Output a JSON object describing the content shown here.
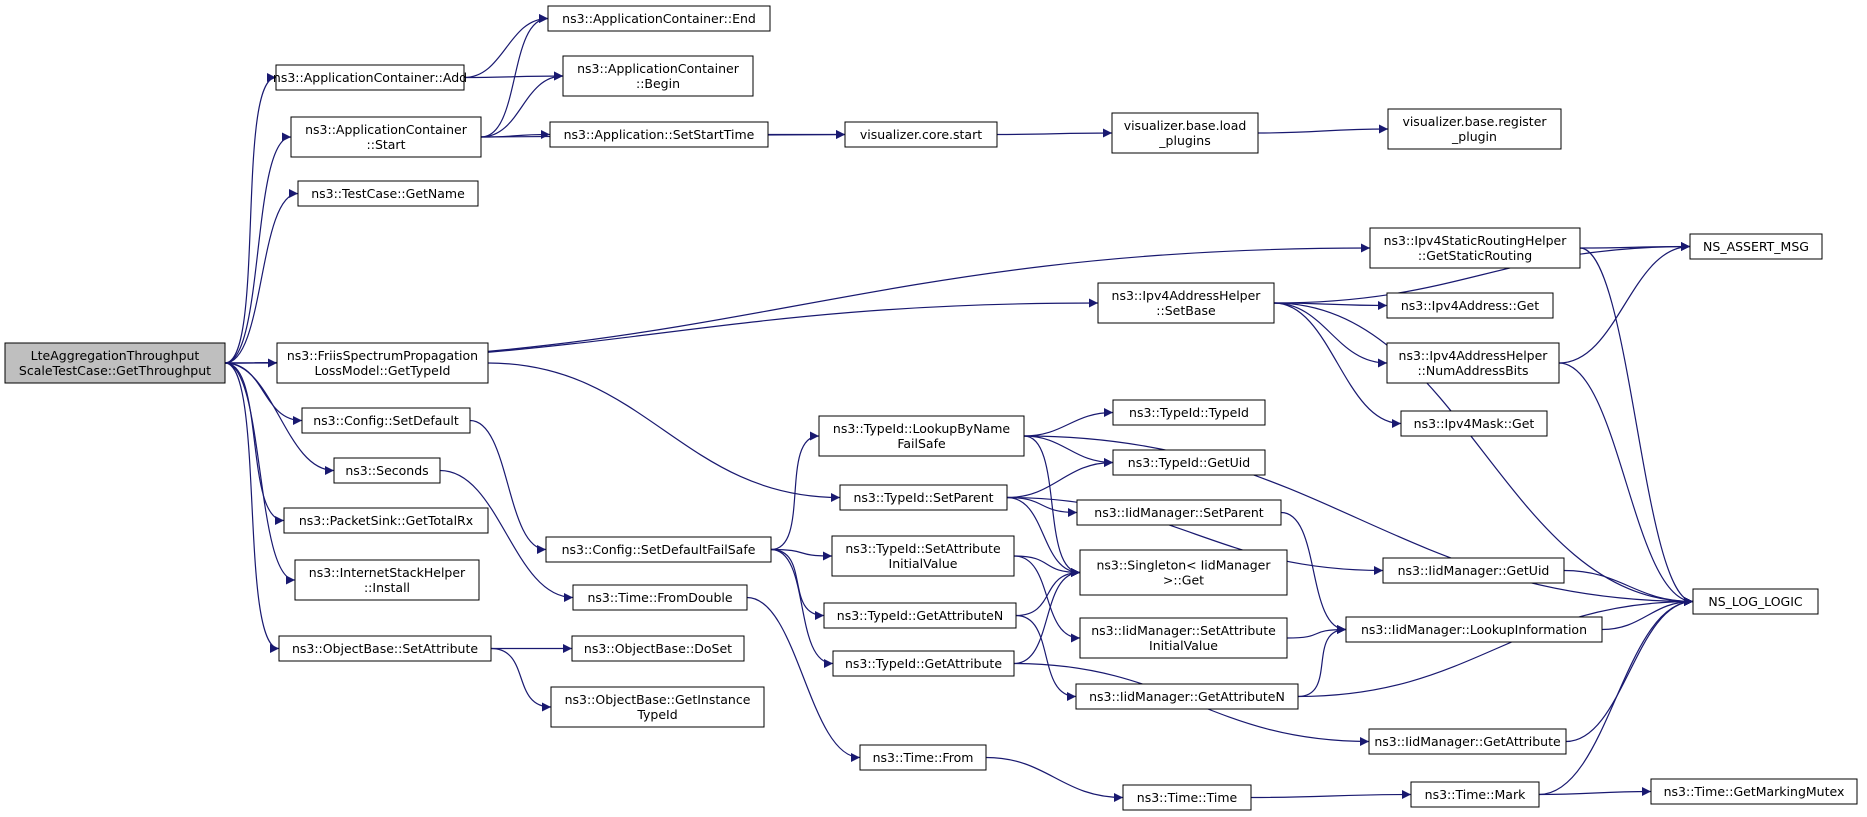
{
  "graph": {
    "nodes": [
      {
        "id": "root",
        "lines": [
          "LteAggregationThroughput",
          "ScaleTestCase::GetThroughput"
        ],
        "root": true
      },
      {
        "id": "appAdd",
        "lines": [
          "ns3::ApplicationContainer::Add"
        ]
      },
      {
        "id": "appEnd",
        "lines": [
          "ns3::ApplicationContainer::End"
        ]
      },
      {
        "id": "appBegin",
        "lines": [
          "ns3::ApplicationContainer",
          "::Begin"
        ]
      },
      {
        "id": "appStart",
        "lines": [
          "ns3::ApplicationContainer",
          "::Start"
        ]
      },
      {
        "id": "setStartTime",
        "lines": [
          "ns3::Application::SetStartTime"
        ]
      },
      {
        "id": "vizStart",
        "lines": [
          "visualizer.core.start"
        ]
      },
      {
        "id": "vizLoad",
        "lines": [
          "visualizer.base.load",
          "_plugins"
        ]
      },
      {
        "id": "vizReg",
        "lines": [
          "visualizer.base.register",
          "_plugin"
        ]
      },
      {
        "id": "getName",
        "lines": [
          "ns3::TestCase::GetName"
        ]
      },
      {
        "id": "getStaticRouting",
        "lines": [
          "ns3::Ipv4StaticRoutingHelper",
          "::GetStaticRouting"
        ]
      },
      {
        "id": "nsAssert",
        "lines": [
          "NS_ASSERT_MSG"
        ]
      },
      {
        "id": "setBase",
        "lines": [
          "ns3::Ipv4AddressHelper",
          "::SetBase"
        ]
      },
      {
        "id": "ipv4AddrGet",
        "lines": [
          "ns3::Ipv4Address::Get"
        ]
      },
      {
        "id": "numAddrBits",
        "lines": [
          "ns3::Ipv4AddressHelper",
          "::NumAddressBits"
        ]
      },
      {
        "id": "ipv4MaskGet",
        "lines": [
          "ns3::Ipv4Mask::Get"
        ]
      },
      {
        "id": "friis",
        "lines": [
          "ns3::FriisSpectrumPropagation",
          "LossModel::GetTypeId"
        ]
      },
      {
        "id": "cfgSetDefault",
        "lines": [
          "ns3::Config::SetDefault"
        ]
      },
      {
        "id": "seconds",
        "lines": [
          "ns3::Seconds"
        ]
      },
      {
        "id": "getTotalRx",
        "lines": [
          "ns3::PacketSink::GetTotalRx"
        ]
      },
      {
        "id": "install",
        "lines": [
          "ns3::InternetStackHelper",
          "::Install"
        ]
      },
      {
        "id": "setAttribute",
        "lines": [
          "ns3::ObjectBase::SetAttribute"
        ]
      },
      {
        "id": "doSet",
        "lines": [
          "ns3::ObjectBase::DoSet"
        ]
      },
      {
        "id": "getInstanceTypeId",
        "lines": [
          "ns3::ObjectBase::GetInstance",
          "TypeId"
        ]
      },
      {
        "id": "lookupByName",
        "lines": [
          "ns3::TypeId::LookupByName",
          "FailSafe"
        ]
      },
      {
        "id": "typeIdTypeId",
        "lines": [
          "ns3::TypeId::TypeId"
        ]
      },
      {
        "id": "typeIdGetUid",
        "lines": [
          "ns3::TypeId::GetUid"
        ]
      },
      {
        "id": "typeIdSetParent",
        "lines": [
          "ns3::TypeId::SetParent"
        ]
      },
      {
        "id": "iidSetParent",
        "lines": [
          "ns3::IidManager::SetParent"
        ]
      },
      {
        "id": "cfgSetDefaultFS",
        "lines": [
          "ns3::Config::SetDefaultFailSafe"
        ]
      },
      {
        "id": "setAttrInit",
        "lines": [
          "ns3::TypeId::SetAttribute",
          "InitialValue"
        ]
      },
      {
        "id": "singletonGet",
        "lines": [
          "ns3::Singleton< IidManager",
          ">::Get"
        ]
      },
      {
        "id": "iidGetUid",
        "lines": [
          "ns3::IidManager::GetUid"
        ]
      },
      {
        "id": "fromDouble",
        "lines": [
          "ns3::Time::FromDouble"
        ]
      },
      {
        "id": "getAttrN",
        "lines": [
          "ns3::TypeId::GetAttributeN"
        ]
      },
      {
        "id": "iidSetAttrInit",
        "lines": [
          "ns3::IidManager::SetAttribute",
          "InitialValue"
        ]
      },
      {
        "id": "lookupInfo",
        "lines": [
          "ns3::IidManager::LookupInformation"
        ]
      },
      {
        "id": "nsLogLogic",
        "lines": [
          "NS_LOG_LOGIC"
        ]
      },
      {
        "id": "getAttr",
        "lines": [
          "ns3::TypeId::GetAttribute"
        ]
      },
      {
        "id": "iidGetAttrN",
        "lines": [
          "ns3::IidManager::GetAttributeN"
        ]
      },
      {
        "id": "iidGetAttr",
        "lines": [
          "ns3::IidManager::GetAttribute"
        ]
      },
      {
        "id": "timeFrom",
        "lines": [
          "ns3::Time::From"
        ]
      },
      {
        "id": "timeTime",
        "lines": [
          "ns3::Time::Time"
        ]
      },
      {
        "id": "timeMark",
        "lines": [
          "ns3::Time::Mark"
        ]
      },
      {
        "id": "getMarkingMutex",
        "lines": [
          "ns3::Time::GetMarkingMutex"
        ]
      }
    ],
    "edges": [
      [
        "root",
        "appAdd"
      ],
      [
        "root",
        "appStart"
      ],
      [
        "root",
        "getName"
      ],
      [
        "root",
        "getStaticRouting"
      ],
      [
        "root",
        "setBase"
      ],
      [
        "root",
        "friis"
      ],
      [
        "root",
        "cfgSetDefault"
      ],
      [
        "root",
        "seconds"
      ],
      [
        "root",
        "getTotalRx"
      ],
      [
        "root",
        "install"
      ],
      [
        "root",
        "setAttribute"
      ],
      [
        "appAdd",
        "appEnd"
      ],
      [
        "appAdd",
        "appBegin"
      ],
      [
        "appStart",
        "appEnd"
      ],
      [
        "appStart",
        "appBegin"
      ],
      [
        "appStart",
        "setStartTime"
      ],
      [
        "appStart",
        "vizStart"
      ],
      [
        "setStartTime",
        "vizStart"
      ],
      [
        "vizStart",
        "vizLoad"
      ],
      [
        "vizLoad",
        "vizReg"
      ],
      [
        "getStaticRouting",
        "nsAssert"
      ],
      [
        "getStaticRouting",
        "nsLogLogic"
      ],
      [
        "setBase",
        "nsAssert"
      ],
      [
        "setBase",
        "ipv4AddrGet"
      ],
      [
        "setBase",
        "numAddrBits"
      ],
      [
        "setBase",
        "ipv4MaskGet"
      ],
      [
        "setBase",
        "nsLogLogic"
      ],
      [
        "numAddrBits",
        "nsAssert"
      ],
      [
        "numAddrBits",
        "nsLogLogic"
      ],
      [
        "friis",
        "typeIdSetParent"
      ],
      [
        "cfgSetDefault",
        "cfgSetDefaultFS"
      ],
      [
        "seconds",
        "fromDouble"
      ],
      [
        "setAttribute",
        "doSet"
      ],
      [
        "setAttribute",
        "getInstanceTypeId"
      ],
      [
        "cfgSetDefaultFS",
        "lookupByName"
      ],
      [
        "cfgSetDefaultFS",
        "setAttrInit"
      ],
      [
        "cfgSetDefaultFS",
        "getAttrN"
      ],
      [
        "cfgSetDefaultFS",
        "getAttr"
      ],
      [
        "lookupByName",
        "typeIdTypeId"
      ],
      [
        "lookupByName",
        "typeIdGetUid"
      ],
      [
        "lookupByName",
        "singletonGet"
      ],
      [
        "lookupByName",
        "nsLogLogic"
      ],
      [
        "typeIdSetParent",
        "typeIdGetUid"
      ],
      [
        "typeIdSetParent",
        "iidSetParent"
      ],
      [
        "typeIdSetParent",
        "singletonGet"
      ],
      [
        "typeIdSetParent",
        "iidGetUid"
      ],
      [
        "iidSetParent",
        "lookupInfo"
      ],
      [
        "setAttrInit",
        "singletonGet"
      ],
      [
        "setAttrInit",
        "iidSetAttrInit"
      ],
      [
        "getAttrN",
        "singletonGet"
      ],
      [
        "getAttrN",
        "iidGetAttrN"
      ],
      [
        "getAttr",
        "singletonGet"
      ],
      [
        "getAttr",
        "iidGetAttr"
      ],
      [
        "iidGetUid",
        "nsLogLogic"
      ],
      [
        "iidSetAttrInit",
        "lookupInfo"
      ],
      [
        "lookupInfo",
        "nsLogLogic"
      ],
      [
        "iidGetAttrN",
        "lookupInfo"
      ],
      [
        "iidGetAttrN",
        "nsLogLogic"
      ],
      [
        "iidGetAttr",
        "nsLogLogic"
      ],
      [
        "fromDouble",
        "timeFrom"
      ],
      [
        "timeFrom",
        "timeTime"
      ],
      [
        "timeTime",
        "timeMark"
      ],
      [
        "timeMark",
        "getMarkingMutex"
      ],
      [
        "timeMark",
        "nsLogLogic"
      ]
    ]
  }
}
